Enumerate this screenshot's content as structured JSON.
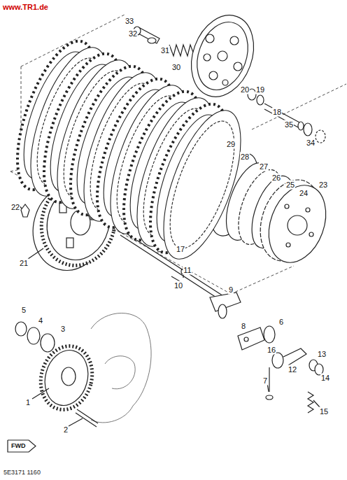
{
  "diagram": {
    "nodes": [
      {
        "text": [
          "FWD"
        ]
      }
    ],
    "labels": [
      "www.TR1.de",
      "33",
      "32",
      "31",
      "30",
      "20",
      "19",
      "18",
      "35",
      "34",
      "29",
      "28",
      "27",
      "26",
      "25",
      "24",
      "23",
      "22",
      "21",
      "17",
      "11",
      "10",
      "9",
      "8",
      "6",
      "5",
      "4",
      "3",
      "1",
      "2",
      "7",
      "16",
      "12",
      "13",
      "15",
      "14",
      "5E3171 1160"
    ]
  }
}
